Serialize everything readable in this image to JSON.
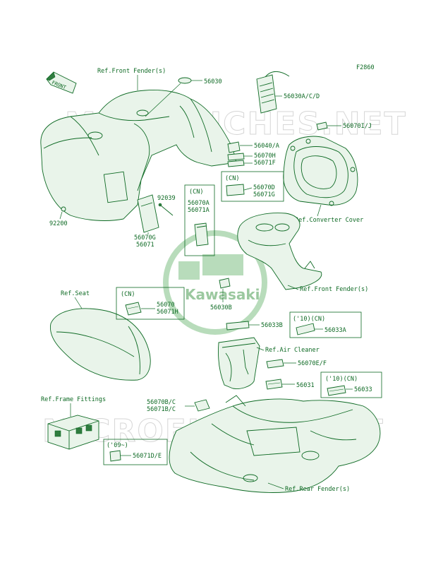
{
  "figure_code": "F2860",
  "watermark": "MICROFICHES.NET",
  "logo_text": "Kawasaki",
  "front_arrow": "FRONT",
  "labels": {
    "ref_front_fender_top": "Ref.Front Fender(s)",
    "p56030": "56030",
    "p56030acd": "56030A/C/D",
    "p56070ij": "56070I/J",
    "p56040a": "56040/A",
    "p56070h": "56070H",
    "p56071f": "56071F",
    "p56070d": "56070D",
    "p56071g": "56071G",
    "cn1": "(CN)",
    "cn2": "(CN)",
    "cn3": "(CN)",
    "p56070a": "56070A",
    "p56071a": "56071A",
    "p92039": "92039",
    "p92200": "92200",
    "p56070g": "56070G",
    "p56071": "56071",
    "ref_converter_cover": "Ref.Converter Cover",
    "ref_front_fender_mid": "Ref.Front Fender(s)",
    "p56030b": "56030B",
    "ref_seat": "Ref.Seat",
    "p56070": "56070",
    "p56071h": "56071H",
    "p56033b": "56033B",
    "cn10a": "('10)(CN)",
    "p56033a": "56033A",
    "ref_air_cleaner": "Ref.Air Cleaner",
    "p56070ef": "56070E/F",
    "cn10b": "('10)(CN)",
    "p56031": "56031",
    "p56033": "56033",
    "ref_frame_fittings": "Ref.Frame Fittings",
    "p56070bc": "56070B/C",
    "p56071bc": "56071B/C",
    "y09": "('09~)",
    "p56071de": "56071D/E",
    "ref_rear_fender": "Ref.Rear Fender(s)"
  }
}
